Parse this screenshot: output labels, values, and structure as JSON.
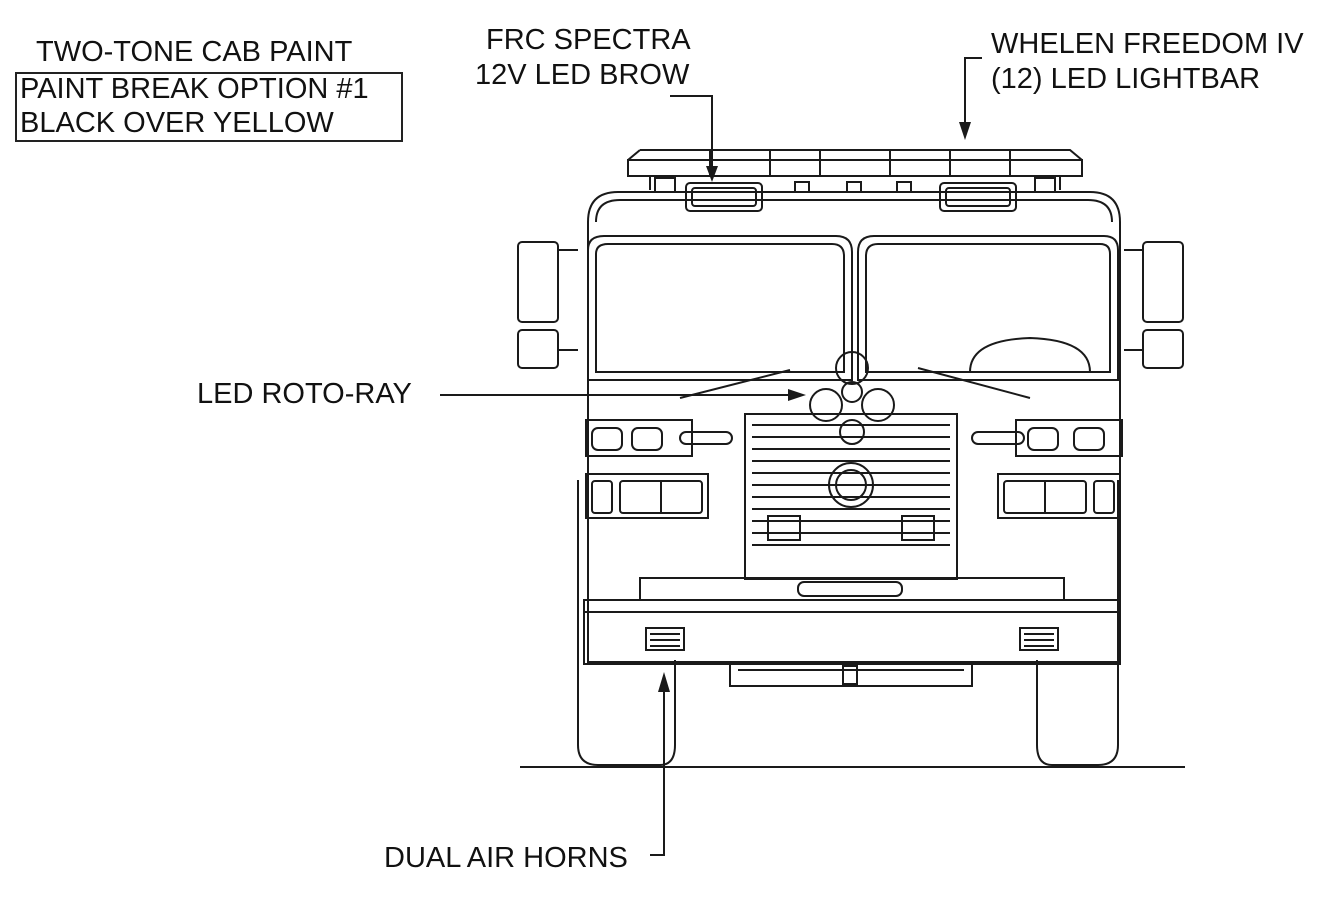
{
  "callouts": {
    "paint_title": "TWO-TONE CAB PAINT",
    "paint_line1": "PAINT BREAK OPTION #1",
    "paint_line2": "BLACK OVER YELLOW",
    "frc_line1": "FRC SPECTRA",
    "frc_line2": "12V LED BROW",
    "whelen_line1": "WHELEN FREEDOM IV",
    "whelen_line2": "(12) LED LIGHTBAR",
    "roto_ray": "LED ROTO-RAY",
    "air_horns": "DUAL AIR HORNS"
  },
  "colors": {
    "line": "#1a1a1a",
    "background": "#ffffff"
  }
}
